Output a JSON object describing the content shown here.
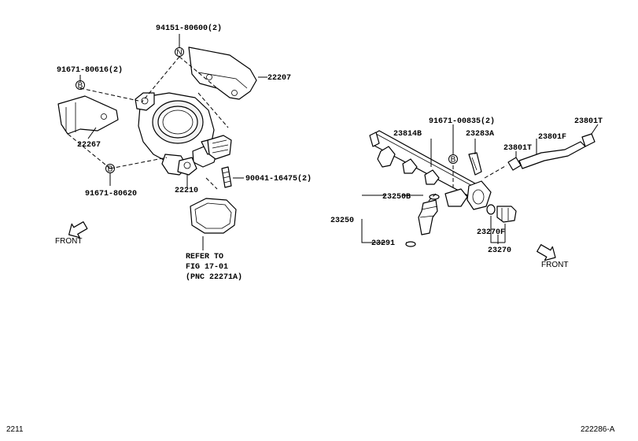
{
  "labels": {
    "p94151": "94151-80600(2)",
    "p22207": "22207",
    "p91671a": "91671-80616(2)",
    "p22267": "22267",
    "p91671b": "91671-80620",
    "p90041": "90041-16475(2)",
    "p22210": "22210",
    "refer1": "REFER TO",
    "refer2": "FIG 17-01",
    "refer3": "(PNC 22271A)",
    "front_left": "FRONT",
    "p91671c": "91671-00835(2)",
    "p23814B": "23814B",
    "p23283A": "23283A",
    "p23801F": "23801F",
    "p23801T_a": "23801T",
    "p23801T_b": "23801T",
    "p23250B": "23250B",
    "p23250": "23250",
    "p23291": "23291",
    "p23270F": "23270F",
    "p23270": "23270",
    "front_right": "FRONT"
  },
  "markers": {
    "n": "N",
    "b": "B"
  },
  "footer": {
    "left": "2211",
    "right": "222286-A"
  }
}
